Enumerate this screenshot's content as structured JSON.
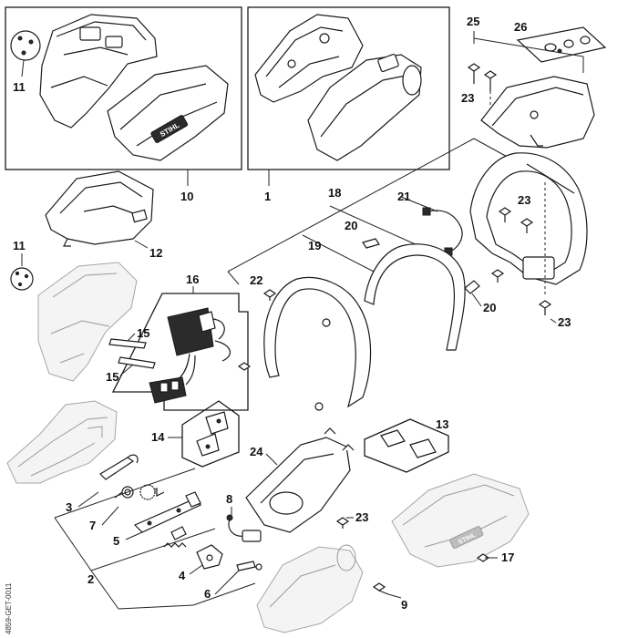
{
  "callouts": {
    "c1": "1",
    "c2": "2",
    "c3": "3",
    "c4": "4",
    "c5": "5",
    "c6": "6",
    "c7": "7",
    "c8": "8",
    "c9": "9",
    "c10": "10",
    "c11a": "11",
    "c11b": "11",
    "c12": "12",
    "c13": "13",
    "c14": "14",
    "c15a": "15",
    "c15b": "15",
    "c16": "16",
    "c17": "17",
    "c18": "18",
    "c19": "19",
    "c20a": "20",
    "c20b": "20",
    "c21": "21",
    "c22": "22",
    "c23a": "23",
    "c23b": "23",
    "c23c": "23",
    "c23d": "23",
    "c24": "24",
    "c25": "25",
    "c26": "26"
  },
  "brand_mark": "STIHL",
  "footer_code": "4859-GET-0011"
}
